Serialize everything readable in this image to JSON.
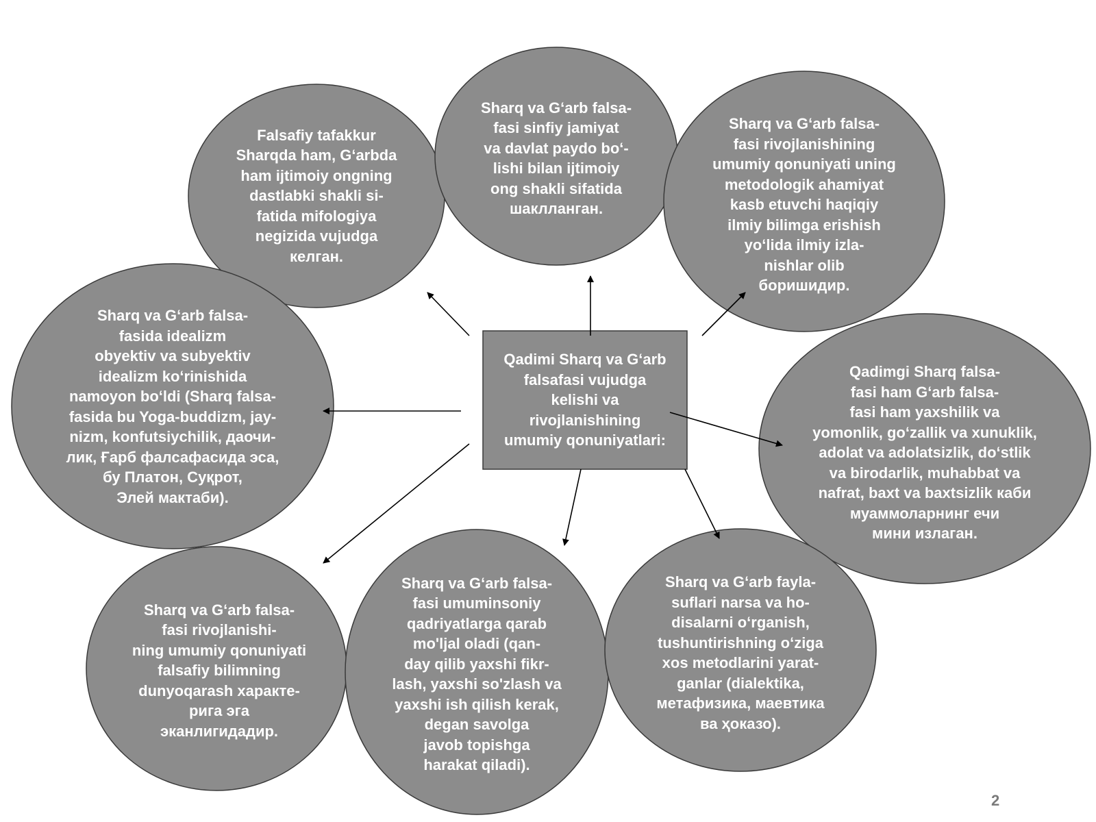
{
  "center": {
    "text": "Qadimi Sharq va G‘arb\nfalsafasi vujudga\nkelishi va\nrivojlanishining\numumiy qonuniyatlari:"
  },
  "nodes": [
    {
      "id": "top-left",
      "text": "Falsafiy tafakkur\nSharqda ham, G‘arbda\nham ijtimoiy ongning\ndastlabki shakli si-\nfatida mifologiya\nnegizida vujudga\nкелган."
    },
    {
      "id": "top-center",
      "text": "Sharq va G‘arb falsa-\nfasi sinfiy jamiyat\nva davlat paydo bo‘-\nlishi bilan ijtimoiy\nong shakli sifatida\nшаклланган."
    },
    {
      "id": "top-right",
      "text": "Sharq va G‘arb falsa-\nfasi rivojlanishining\numumiy qonuniyati uning\nmetodologik ahamiyat\nkasb etuvchi haqiqiy\nilmiy bilimga erishish\nyo‘lida ilmiy izla-\nnishlar olib\nборишидир."
    },
    {
      "id": "left",
      "text": "Sharq va G‘arb falsa-\nfasida idealizm\nobyektiv va subyektiv\nidealizm ko‘rinishida\nnamoyon bo‘ldi (Sharq falsa-\nfasida bu Yoga-buddizm, jay-\nnizm, konfutsiychilik, даочи-\nлик, Ғарб фалсафасида эса,\nбу Платон, Суқрот,\nЭлей мактаби)."
    },
    {
      "id": "right",
      "text": "Qadimgi Sharq falsa-\nfasi ham G‘arb falsa-\nfasi ham yaxshilik va\nyomonlik, go‘zallik va xunuklik,\nadolat va adolatsizlik, do‘stlik\nva birodarlik, muhabbat va\nnafrat, baxt va baxtsizlik каби\nмуаммоларнинг ечи\nмини излаган."
    },
    {
      "id": "bottom-left",
      "text": "Sharq va G‘arb falsa-\nfasi rivojlanishi-\nning umumiy qonuniyati\nfalsafiy bilimning\ndunyoqarash характе-\nрига эга\nэканлигидадир."
    },
    {
      "id": "bottom-center",
      "text": "Sharq va G‘arb falsa-\nfasi umuminsoniy\nqadriyatlarga qarab\nmo'ljal oladi (qan-\nday qilib yaxshi fikr-\nlash, yaxshi so'zlash va\nyaxshi ish qilish kerak,\ndegan savolga\njavob topishga\nharakat qiladi)."
    },
    {
      "id": "bottom-right",
      "text": "Sharq va G‘arb fayla-\nsuflari narsa va ho-\ndisalarni o‘rganish,\ntushuntirishning o‘ziga\nxos  metodlarini yarat-\nganlar (dialektika,\nметафизика, маевтика\nва ҳоказо)."
    }
  ],
  "page_number": "2",
  "colors": {
    "node_fill": "#8c8c8c",
    "node_stroke": "#3a3a3a",
    "text": "#ffffff",
    "arrow": "#000000"
  }
}
